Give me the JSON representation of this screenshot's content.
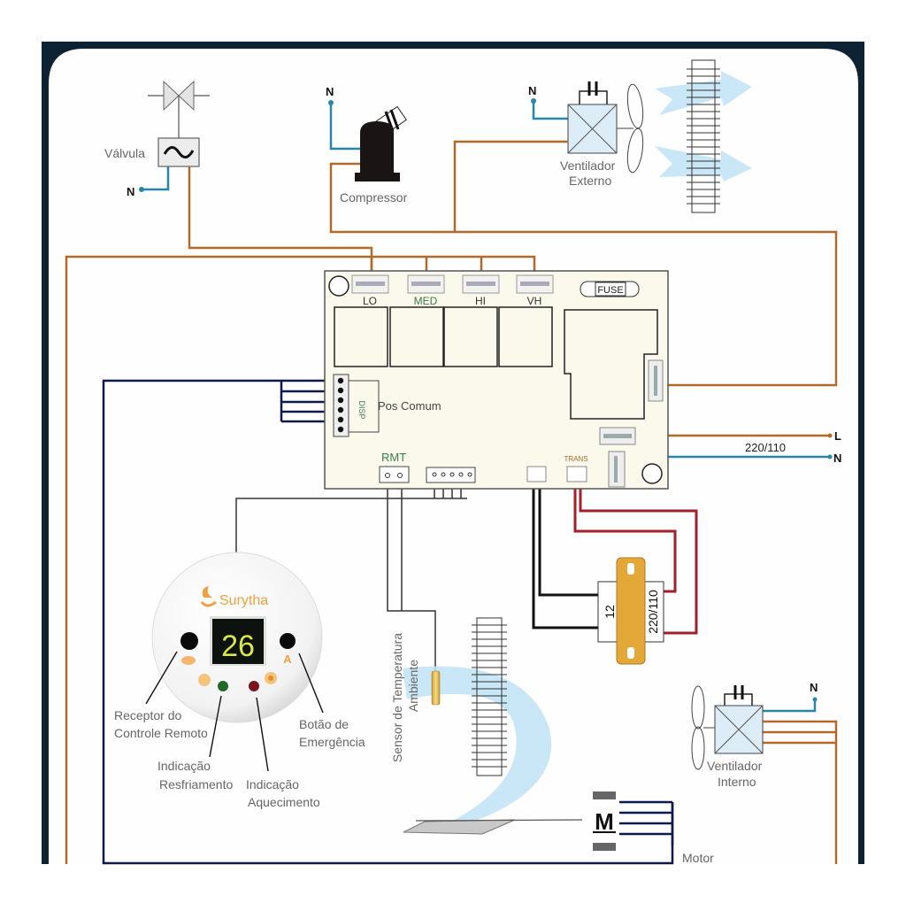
{
  "title": "Esquema elétrico ar-condicionado Split",
  "colors": {
    "frame": "#0d2333",
    "phase_wire": "#b06a2a",
    "neutral_wire": "#2a86a8",
    "signal_wire": "#0f1a4a",
    "low_voltage_wire": "#111111",
    "transformer_wire": "#a3202a",
    "board_fill": "#fbf8ec",
    "display_digits": "#d8e84a",
    "brand_orange": "#f0a040"
  },
  "components": {
    "valve": {
      "label": "Válvula",
      "neutral": "N"
    },
    "compressor": {
      "label": "Compressor",
      "neutral": "N"
    },
    "outdoor_fan": {
      "label_line1": "Ventilador",
      "label_line2": "Externo",
      "neutral": "N"
    },
    "indoor_fan": {
      "label_line1": "Ventilador",
      "label_line2": "Interno",
      "neutral": "N"
    },
    "motor": {
      "label": "Motor",
      "symbol": "M"
    },
    "temp_sensor": {
      "label_line1": "Sensor de Temperatura",
      "label_line2": "Ambiente"
    },
    "transformer": {
      "primary": "220/110",
      "secondary": "12"
    },
    "power_input": {
      "voltage": "220/110",
      "line": "L",
      "neutral": "N"
    }
  },
  "board": {
    "relays": [
      "LO",
      "MED",
      "HI",
      "VH"
    ],
    "fuse": "FUSE",
    "display_connector": "Pos Comum",
    "display_connector_code": "DISP",
    "remote_connector": "RMT",
    "transformer_connector": "TRANS"
  },
  "controller": {
    "brand": "Surytha",
    "temperature": "26",
    "auto_label": "A",
    "callouts": {
      "receiver_line1": "Receptor do",
      "receiver_line2": "Controle Remoto",
      "emergency_line1": "Botão de",
      "emergency_line2": "Emergência",
      "cooling_line1": "Indicação",
      "cooling_line2": "Resfriamento",
      "heating_line1": "Indicação",
      "heating_line2": "Aquecimento"
    }
  }
}
